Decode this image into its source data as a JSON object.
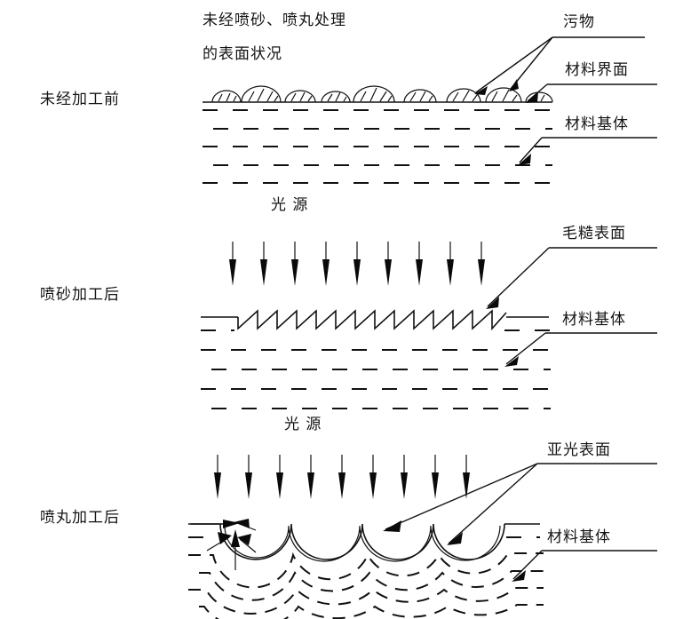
{
  "figure": {
    "title_line1": "未经喷砂、喷丸处理",
    "title_line2": "的表面状况",
    "background_color": "#ffffff",
    "ink_color": "#111111"
  },
  "sections": [
    {
      "id": "before-processing",
      "left_label": "未经加工前",
      "right_labels": [
        {
          "text": "污物"
        },
        {
          "text": "材料界面"
        },
        {
          "text": "材料基体"
        }
      ],
      "surface_type": "bumps",
      "bump_count": 9,
      "substrate_rows": 5
    },
    {
      "id": "after-sandblasting",
      "left_label": "喷砂加工后",
      "source_label": "光    源",
      "arrow_count": 9,
      "right_labels": [
        {
          "text": "毛糙表面"
        },
        {
          "text": "材料基体"
        }
      ],
      "surface_type": "sawtooth",
      "sawtooth_count": 16,
      "substrate_rows": 5
    },
    {
      "id": "after-shot-peening",
      "left_label": "喷丸加工后",
      "source_label": "光    源",
      "arrow_count": 9,
      "right_labels": [
        {
          "text": "亚光表面"
        },
        {
          "text": "材料基体"
        }
      ],
      "surface_type": "craters",
      "crater_count": 4,
      "substrate_rows": 5
    }
  ]
}
